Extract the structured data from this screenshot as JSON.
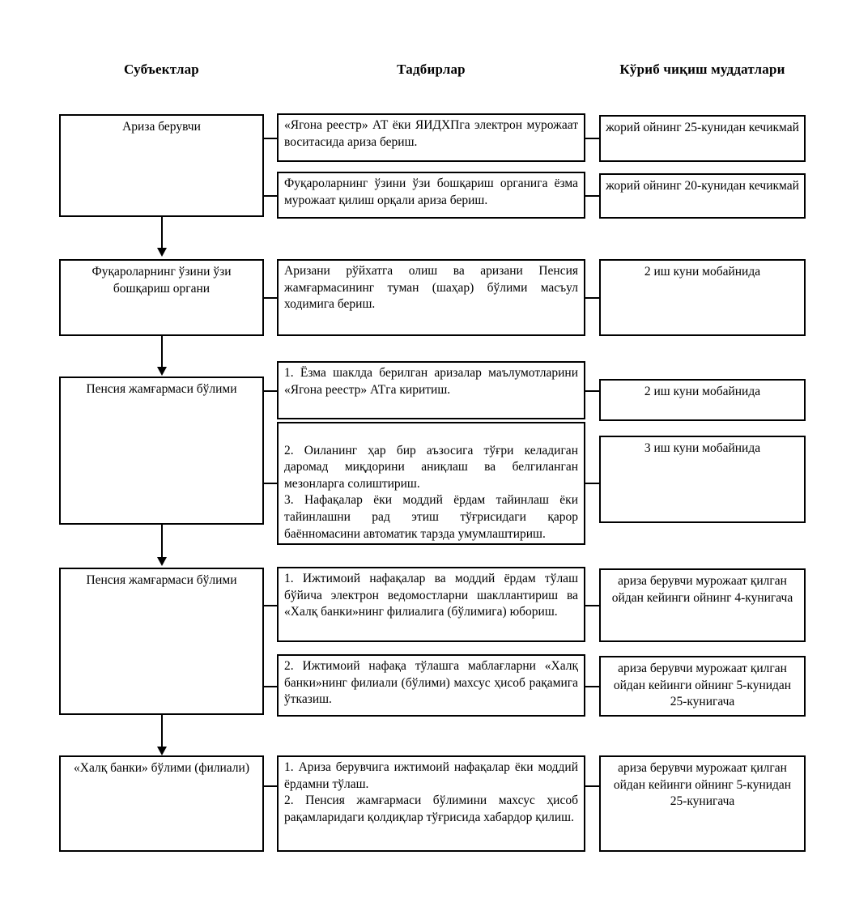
{
  "headers": {
    "subjects": "Субъектлар",
    "measures": "Тадбирлар",
    "terms": "Кўриб чиқиш муддатлари"
  },
  "rows": [
    {
      "subject": "Ариза берувчи",
      "measures": [
        "«Ягона реестр» АТ ёки ЯИДХПга электрон мурожаат воситасида ариза бериш.",
        "Фуқароларнинг ўзини ўзи бошқариш органига ёзма мурожаат қилиш орқали ариза бериш."
      ],
      "terms": [
        "жорий ойнинг 25-кунидан кечикмай",
        "жорий ойнинг 20-кунидан кечикмай"
      ]
    },
    {
      "subject": "Фуқароларнинг ўзини ўзи бошқариш органи",
      "measures": [
        "Аризани рўйхатга олиш ва аризани Пенсия жамғармасининг  туман (шаҳар) бўлими масъул ходимига бериш."
      ],
      "terms": [
        "2 иш куни мобайнида"
      ]
    },
    {
      "subject": "Пенсия жамғармаси бўлими",
      "measures": [
        "1. Ёзма шаклда берилган аризалар маълумотларини «Ягона реестр» АТга киритиш.",
        "2. Оиланинг ҳар бир аъзосига тўғри келадиган даромад миқдорини аниқлаш ва белгиланган мезонларга солиштириш.\n3. Нафақалар ёки моддий ёрдам тайинлаш ёки тайинлашни рад этиш тўғрисидаги қарор баённомасини автоматик тарзда умумлаштириш."
      ],
      "terms": [
        "2 иш куни мобайнида",
        "3 иш куни мобайнида"
      ]
    },
    {
      "subject": "Пенсия жамғармаси бўлими",
      "measures": [
        "1. Ижтимоий нафақалар ва моддий ёрдам тўлаш бўйича электрон ведомостларни шакллантириш ва «Халқ банки»нинг филиалига (бўлимига) юбориш.",
        "2. Ижтимоий нафақа тўлашга маблағларни «Халқ банки»нинг филиали (бўлими) махсус ҳисоб рақамига ўтказиш."
      ],
      "terms": [
        "ариза берувчи мурожаат қилган ойдан кейинги ойнинг 4-кунигача",
        "ариза берувчи мурожаат қилган ойдан кейинги ойнинг 5-кунидан 25-кунигача"
      ]
    },
    {
      "subject": "«Халқ банки» бўлими (филиали)",
      "measures": [
        "1. Ариза берувчига ижтимоий нафақалар ёки моддий ёрдамни тўлаш.\n2. Пенсия жамғармаси бўлимини махсус ҳисоб рақамларидаги қолдиқлар тўғрисида хабардор қилиш."
      ],
      "terms": [
        "ариза берувчи мурожаат қилган ойдан кейинги ойнинг 5-кунидан 25-кунигача"
      ]
    }
  ],
  "colors": {
    "line": "#000000",
    "background": "#ffffff",
    "text": "#000000"
  }
}
